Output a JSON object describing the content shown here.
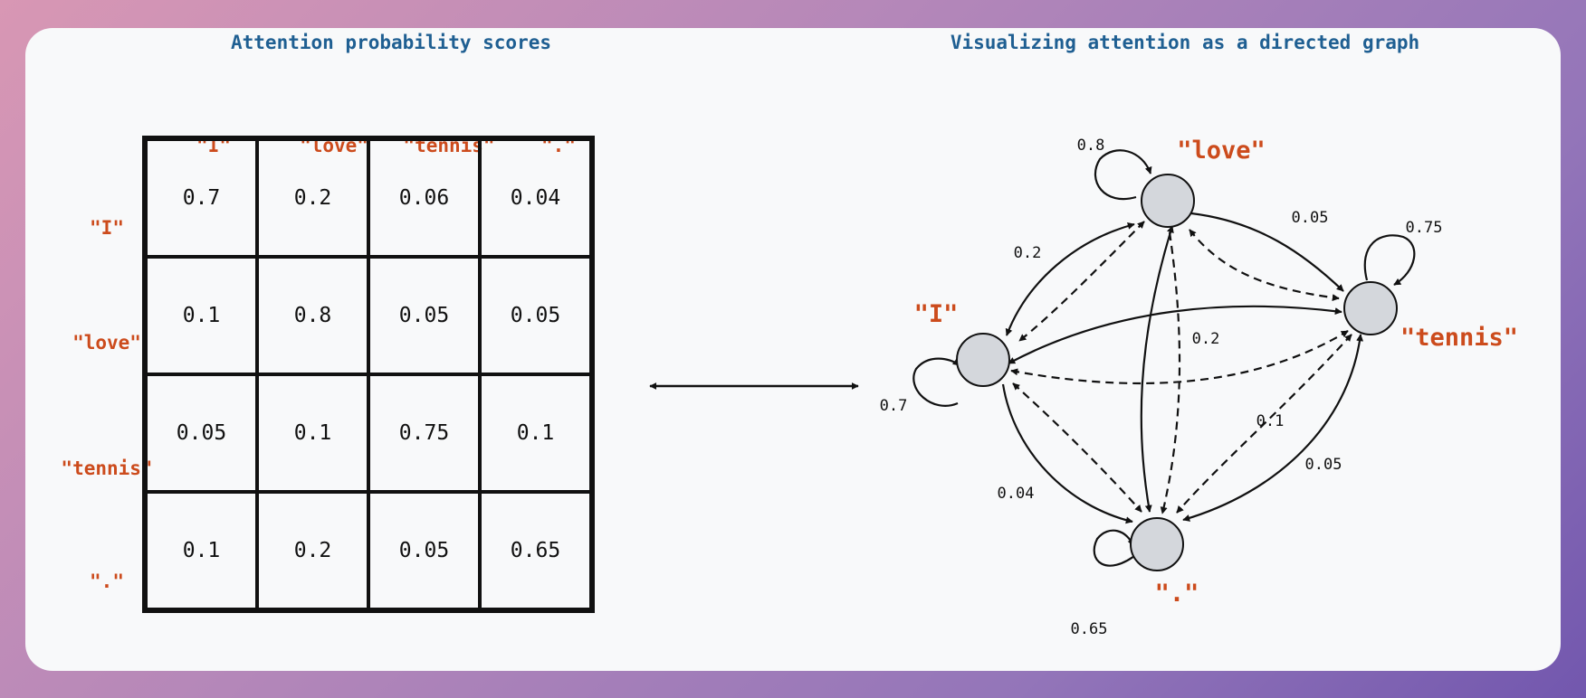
{
  "matrix": {
    "title": "Attention probability scores",
    "col_labels": [
      "\"I\"",
      "\"love\"",
      "\"tennis\"",
      "\".\""
    ],
    "row_labels": [
      "\"I\"",
      "\"love\"",
      "\"tennis\"",
      "\".\""
    ],
    "cells": [
      [
        "0.7",
        "0.2",
        "0.06",
        "0.04"
      ],
      [
        "0.1",
        "0.8",
        "0.05",
        "0.05"
      ],
      [
        "0.05",
        "0.1",
        "0.75",
        "0.1"
      ],
      [
        "0.1",
        "0.2",
        "0.05",
        "0.65"
      ]
    ]
  },
  "graph": {
    "title": "Visualizing attention as a directed graph",
    "nodes": [
      {
        "id": "I",
        "label": "\"I\""
      },
      {
        "id": "love",
        "label": "\"love\""
      },
      {
        "id": "tennis",
        "label": "\"tennis\""
      },
      {
        "id": "dot",
        "label": "\".\""
      }
    ],
    "edge_labels": {
      "I_self": "0.7",
      "love_self": "0.8",
      "tennis_self": "0.75",
      "dot_self": "0.65",
      "I_love": "0.2",
      "love_tennis": "0.05",
      "I_dot": "0.04",
      "tennis_dot": "0.05",
      "love_dot": "0.2",
      "tennis_I": "0.1"
    }
  }
}
